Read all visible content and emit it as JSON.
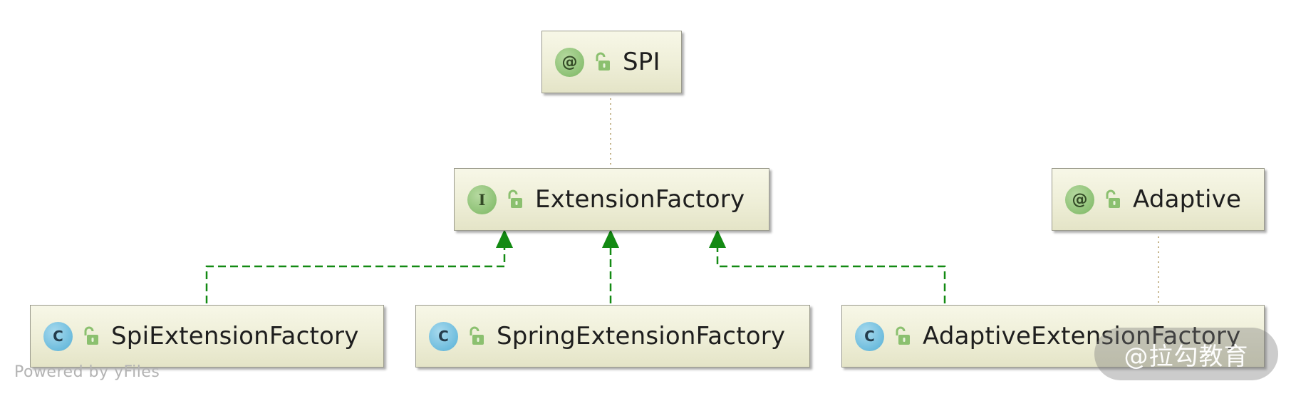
{
  "nodes": {
    "spi": {
      "badge": "@",
      "label": "SPI"
    },
    "extension_factory": {
      "badge": "I",
      "label": "ExtensionFactory"
    },
    "adaptive": {
      "badge": "@",
      "label": "Adaptive"
    },
    "spi_extension_factory": {
      "badge": "C",
      "label": "SpiExtensionFactory"
    },
    "spring_extension_factory": {
      "badge": "C",
      "label": "SpringExtensionFactory"
    },
    "adaptive_extension_factory": {
      "badge": "C",
      "label": "AdaptiveExtensionFactory"
    }
  },
  "edges": [
    {
      "from": "extension_factory",
      "to": "spi",
      "kind": "annotated-by",
      "style": "dotted"
    },
    {
      "from": "adaptive_extension_factory",
      "to": "adaptive",
      "kind": "annotated-by",
      "style": "dotted"
    },
    {
      "from": "spi_extension_factory",
      "to": "extension_factory",
      "kind": "implements",
      "style": "dashed-arrow"
    },
    {
      "from": "spring_extension_factory",
      "to": "extension_factory",
      "kind": "implements",
      "style": "dashed-arrow"
    },
    {
      "from": "adaptive_extension_factory",
      "to": "extension_factory",
      "kind": "implements",
      "style": "dashed-arrow"
    }
  ],
  "footer": {
    "powered_by": "Powered by yFiles"
  },
  "watermark": {
    "text": "@拉勾教育"
  },
  "colors": {
    "implements_edge": "#138a13",
    "annotation_edge": "#c4b38a",
    "node_border": "#9a9a8c",
    "node_fill": "#eeeed7",
    "annotation_badge": "#8cc174",
    "class_badge": "#6dbcdd"
  },
  "icons": {
    "visibility": "unlocked-padlock-icon"
  }
}
